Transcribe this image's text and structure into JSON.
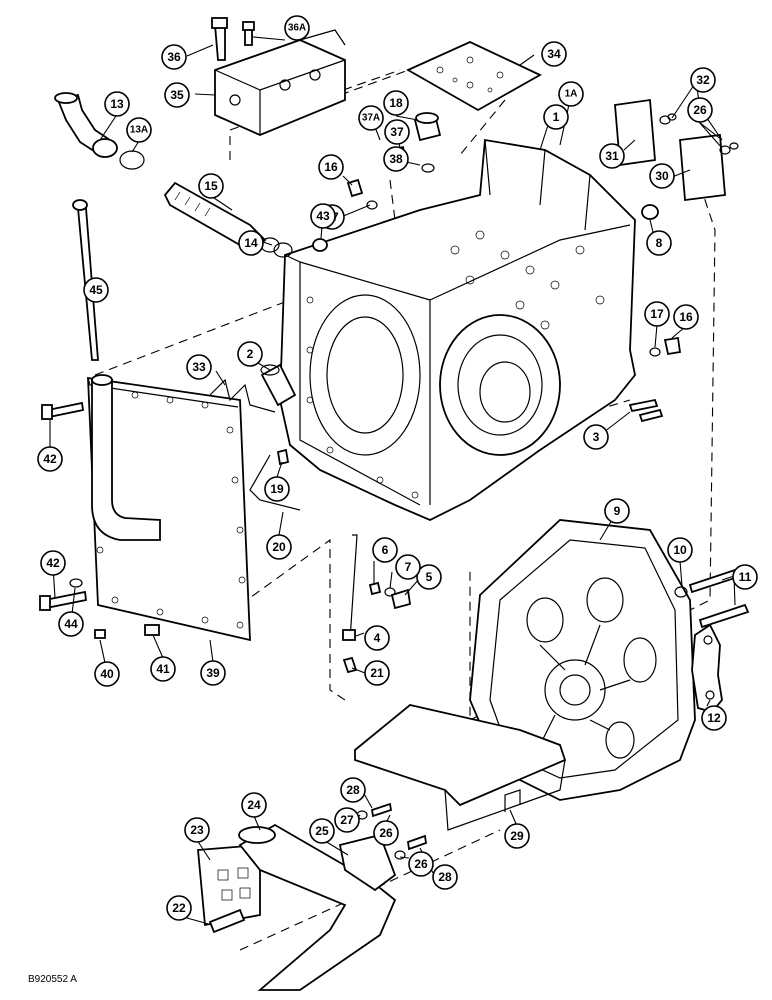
{
  "figure_id": "B920552 A",
  "callouts": [
    "1",
    "1A",
    "2",
    "3",
    "4",
    "5",
    "6",
    "7",
    "8",
    "9",
    "10",
    "11",
    "12",
    "13",
    "13A",
    "14",
    "15",
    "16",
    "16",
    "17",
    "17",
    "18",
    "19",
    "20",
    "21",
    "22",
    "23",
    "24",
    "25",
    "26",
    "26",
    "26",
    "27",
    "28",
    "28",
    "29",
    "30",
    "31",
    "32",
    "33",
    "34",
    "35",
    "36",
    "36A",
    "37",
    "37A",
    "38",
    "39",
    "40",
    "41",
    "42",
    "42",
    "43",
    "44",
    "45"
  ]
}
